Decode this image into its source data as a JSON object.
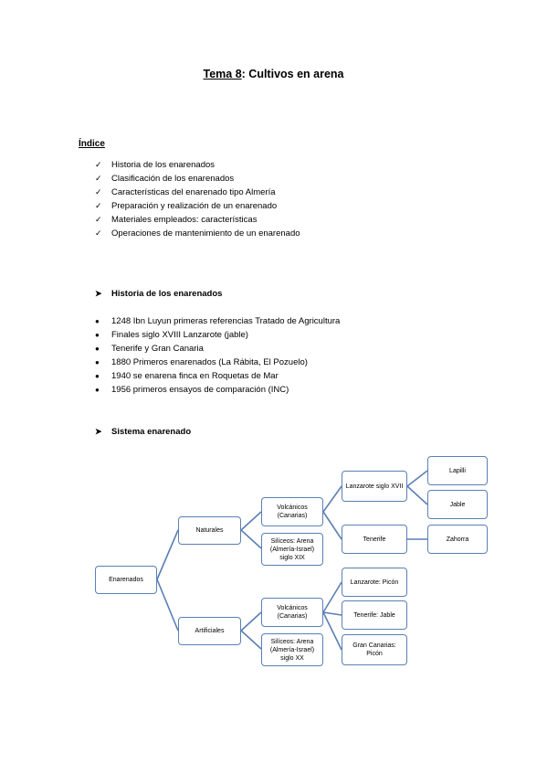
{
  "title": {
    "prefix": "Tema 8",
    "rest": ": Cultivos en arena"
  },
  "index": {
    "label": "Índice",
    "items": [
      "Historia de los enarenados",
      "Clasificación de los enarenados",
      "Características del enarenado tipo Almería",
      "Preparación y realización de un enarenado",
      "Materiales empleados: características",
      "Operaciones de mantenimiento de un enarenado"
    ]
  },
  "history": {
    "heading": "Historia de los enarenados",
    "items": [
      "1248 Ibn Luyun primeras referencias Tratado de Agricultura",
      "Finales siglo XVIII Lanzarote (jable)",
      "Tenerife y Gran Canaria",
      "1880 Primeros enarenados (La Rábita, El Pozuelo)",
      "1940 se enarena finca en Roquetas de Mar",
      "1956 primeros ensayos de comparación (INC)"
    ]
  },
  "system": {
    "heading": "Sistema enarenado",
    "nodes": {
      "root": "Enarenados",
      "naturales": "Naturales",
      "artificiales": "Artificiales",
      "volc1": "Volcánicos (Canarias)",
      "silic1": "Silíceos: Arena (Almería-Israel) siglo XIX",
      "volc2": "Volcánicos (Canarias)",
      "silic2": "Silíceos: Arena (Almería-Israel) siglo XX",
      "lanz": "Lanzarote siglo XVII",
      "tene": "Tenerife",
      "lapilli": "Lapilli",
      "jable": "Jable",
      "zahorra": "Zahorra",
      "lanzpicon": "Lanzarote: Picón",
      "tenejable": "Tenerife: Jable",
      "grancan": "Gran Canarias: Picón"
    }
  },
  "colors": {
    "box_border": "#5b7fb5",
    "connector": "#5b7fb5"
  },
  "icons": {
    "check": "checkmark-icon",
    "arrow": "arrowhead-icon",
    "bullet": "bullet-icon"
  }
}
